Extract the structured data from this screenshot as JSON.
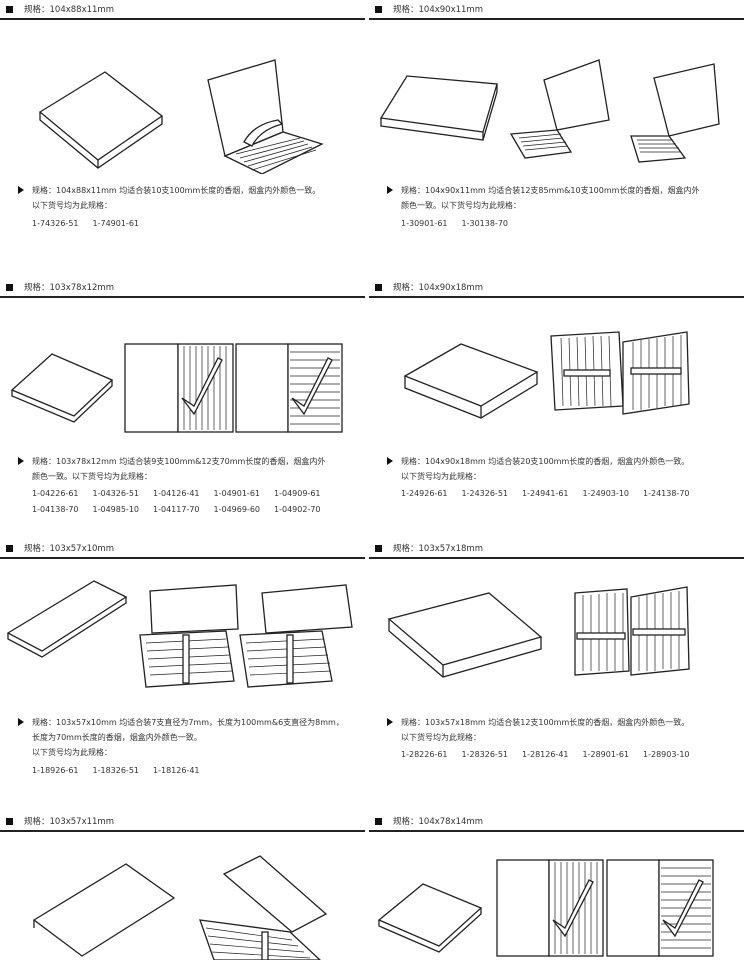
{
  "sections": [
    {
      "title": "规格：104x88x11mm",
      "desc": [
        "规格：104x88x11mm 均适合装10支100mm长度的香烟，烟盒内外颜色一致。",
        "以下货号均为此规格："
      ],
      "codes": [
        [
          "1-74326-51",
          "1-74901-61"
        ]
      ]
    },
    {
      "title": "规格：104x90x11mm",
      "desc": [
        "规格：104x90x11mm 均适合装12支85mm&10支100mm长度的香烟，烟盒内外",
        "颜色一致。以下货号均为此规格："
      ],
      "codes": [
        [
          "1-30901-61",
          "1-30138-70"
        ]
      ]
    },
    {
      "title": "规格：103x78x12mm",
      "desc": [
        "规格：103x78x12mm 均适合装9支100mm&12支70mm长度的香烟，烟盒内外",
        "颜色一致。以下货号均为此规格："
      ],
      "codes": [
        [
          "1-04226-61",
          "1-04326-51",
          "1-04126-41",
          "1-04901-61",
          "1-04909-61"
        ],
        [
          "1-04138-70",
          "1-04985-10",
          "1-04117-70",
          "1-04969-60",
          "1-04902-70"
        ]
      ]
    },
    {
      "title": "规格：104x90x18mm",
      "desc": [
        "规格：104x90x18mm 均适合装20支100mm长度的香烟，烟盒内外颜色一致。",
        "以下货号均为此规格："
      ],
      "codes": [
        [
          "1-24926-61",
          "1-24326-51",
          "1-24941-61",
          "1-24903-10",
          "1-24138-70"
        ]
      ]
    },
    {
      "title": "规格：103x57x10mm",
      "desc": [
        "规格：103x57x10mm 均适合装7支直径为7mm，长度为100mm&6支直径为8mm，",
        "长度为70mm长度的香烟，烟盒内外颜色一致。",
        "以下货号均为此规格："
      ],
      "codes": [
        [
          "1-18926-61",
          "1-18326-51",
          "1-18126-41"
        ]
      ]
    },
    {
      "title": "规格：103x57x18mm",
      "desc": [
        "规格：103x57x18mm 均适合装12支100mm长度的香烟，烟盒内外颜色一致。",
        "以下货号均为此规格："
      ],
      "codes": [
        [
          "1-28226-61",
          "1-28326-51",
          "1-28126-41",
          "1-28901-61",
          "1-28903-10"
        ]
      ]
    },
    {
      "title": "规格：103x57x11mm"
    },
    {
      "title": "规格：104x78x14mm"
    }
  ]
}
